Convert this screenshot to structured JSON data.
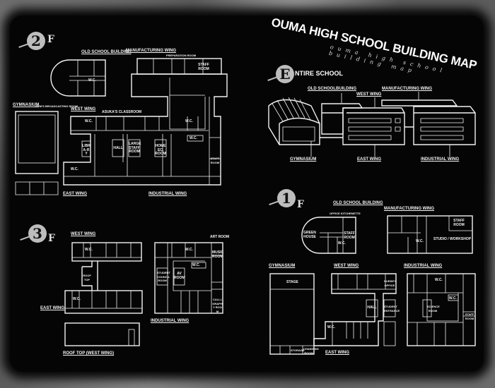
{
  "title": "OUMA HIGH SCHOOL BUILDING MAP",
  "subtitle": "ouma high school building map",
  "colors": {
    "background": "#050505",
    "lines": "#f2f2f2",
    "grunge": "#6b6b6b",
    "badge": "#bdbdbd"
  },
  "floor2": {
    "badge": "2",
    "suffix": "F",
    "sections": {
      "old_school": "OLD SCHOOL BUILDING",
      "manufacturing": "MANUFACTURING WING",
      "gymnasium": "GYMNASIUM",
      "west": "WEST WING",
      "east": "EAST WING",
      "industrial": "INDUSTRIAL WING"
    },
    "rooms": {
      "preparation": "PREPARATION ROOM",
      "staff1": "STAFF ROOM",
      "broadcast": "GYM'S BROADCASTING ROOM",
      "asuka": "ASUKA'S CLASSROOM",
      "library": "LIBRA-RY",
      "hall": "HALL",
      "large_staff": "LARGE STAFF ROOM",
      "home_ec": "HOME EC. ROOM",
      "wc1": "W.C.",
      "wc2": "W.C.",
      "wc3": "W.C.",
      "wc4": "W.C.",
      "wc5": "W.C.",
      "staff2": "STAFF ROOM"
    }
  },
  "entire": {
    "badge": "E",
    "label": "NTIRE SCHOOL",
    "sections": {
      "old_school": "OLD SCHOOLBUILDING",
      "west": "WEST WING",
      "manufacturing": "MANUFACTURING WING",
      "gymnasium": "GYMNASIUM",
      "east": "EAST WING",
      "industrial": "INDUSTRIAL WING"
    }
  },
  "floor1": {
    "badge": "1",
    "suffix": "F",
    "sections": {
      "old_school": "OLD SCHOOL BUILDING",
      "manufacturing": "MANUFACTURING WING",
      "gymnasium": "GYMNASIUM",
      "west": "WEST WING",
      "industrial": "INDUSTRIAL WING",
      "east": "EAST WING"
    },
    "rooms": {
      "kitchenette": "OFFICE KITCHENETTE",
      "greenhouse": "GREEN HOUSE",
      "staff1": "STAFF ROOM",
      "wc1": "W.C.",
      "staff2": "STAFF ROOM",
      "studio": "STUDIO / WORKSHOP",
      "wc2": "W.C.",
      "stage": "STAGE",
      "nurse": "NURSE'S OFFICE",
      "hall": "HALL",
      "entrance": "STUDENT ENTRANCE",
      "science": "SCIENCE ROOM",
      "wc3": "W.C.",
      "wc4": "W.C.",
      "wc5": "W.C.",
      "staff3": "STAFF ROOM",
      "storage": "STORAGE",
      "changing": "CHANGING ROOM"
    }
  },
  "floor3": {
    "badge": "3",
    "suffix": "F",
    "sections": {
      "west": "WEST WING",
      "east": "EAST WING",
      "industrial": "INDUSTRIAL WING",
      "rooftop": "ROOF TOP (WEST WING)"
    },
    "rooms": {
      "art": "ART ROOM",
      "music": "MUSIC ROOM",
      "rooftop": "ROOF TOP",
      "council": "STUDENT COUNCIL ROOM",
      "av": "AV ROOM",
      "wc1": "W.C.",
      "wc2": "W.C.",
      "wc3": "W.C.",
      "wc4": "W.C.",
      "calligraphy": "CALLI-GRAPHY ROOM"
    }
  }
}
